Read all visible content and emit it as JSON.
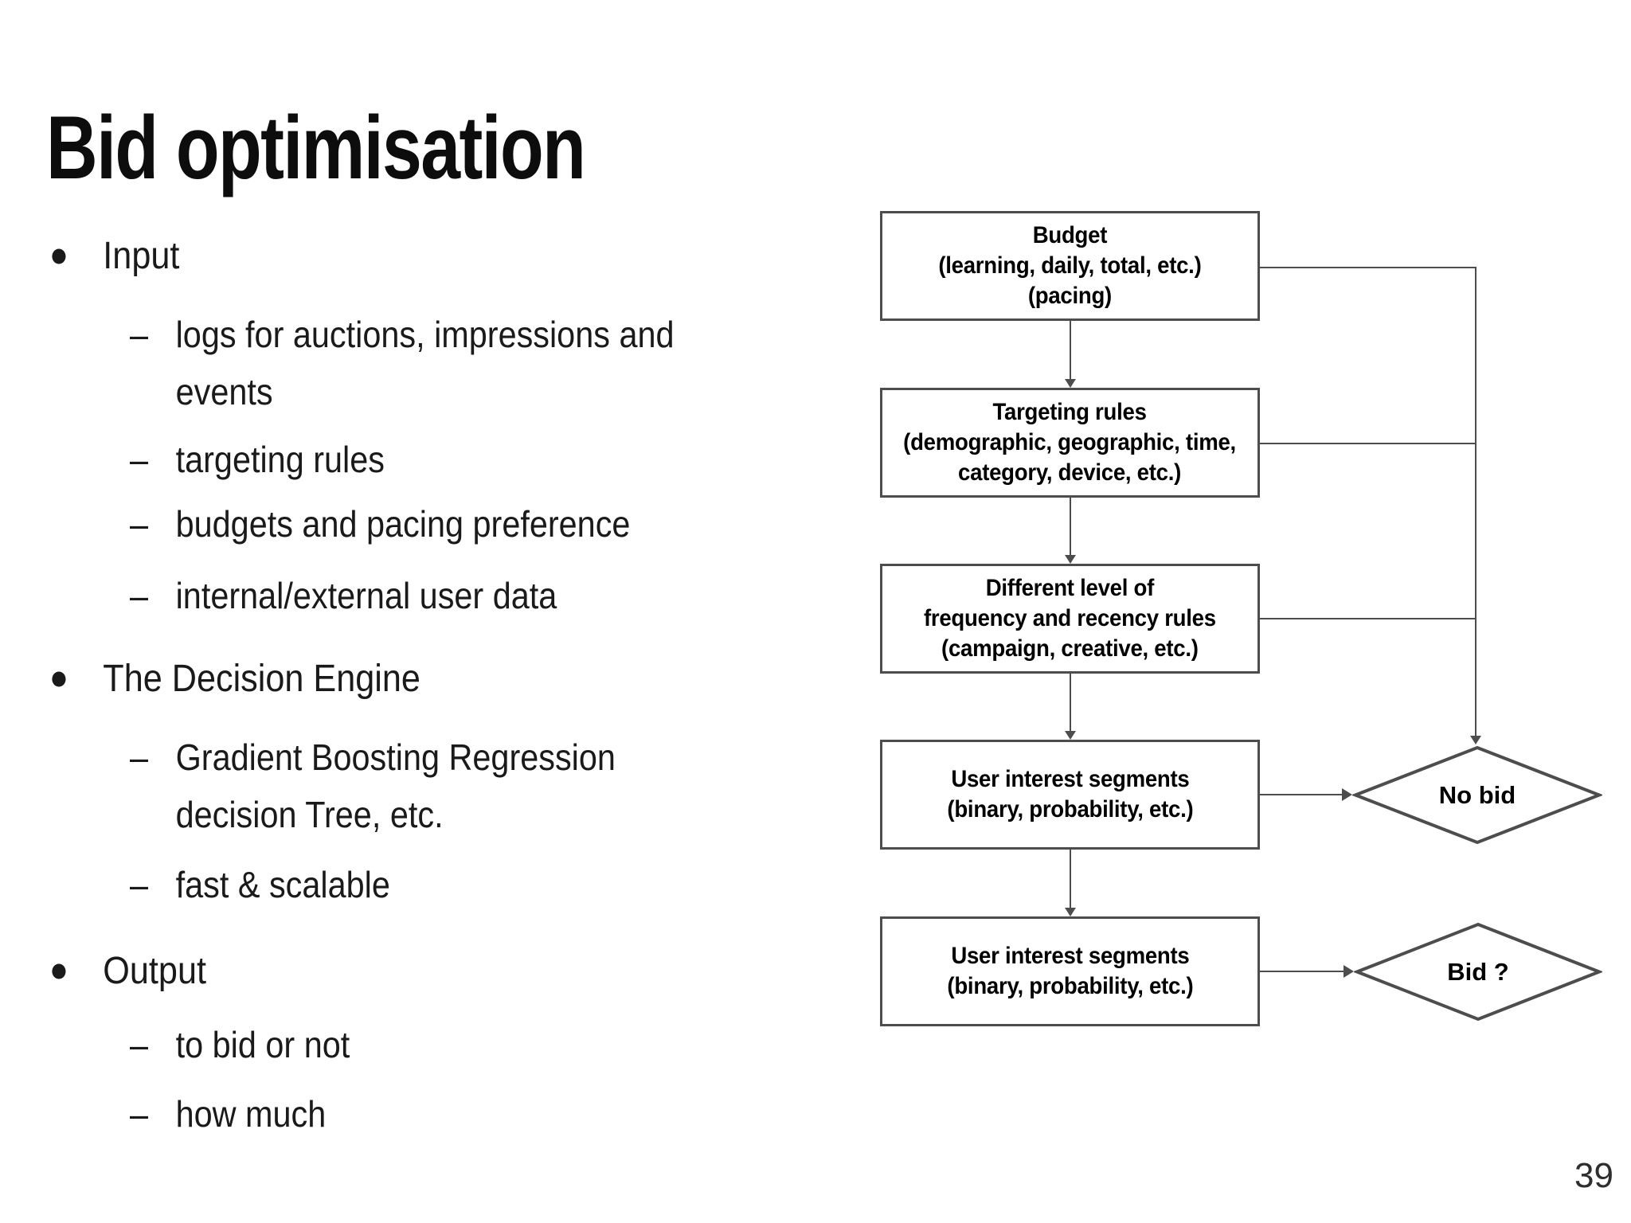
{
  "slide": {
    "title": "Bid optimisation",
    "page_number": "39"
  },
  "markers": {
    "dash": "–"
  },
  "list": [
    {
      "label": "Input",
      "items": [
        "logs for auctions, impressions and\nevents",
        "targeting rules",
        "budgets and pacing preference",
        "internal/external user data"
      ]
    },
    {
      "label": "The Decision Engine",
      "items": [
        "Gradient Boosting Regression\ndecision Tree, etc.",
        "fast & scalable"
      ]
    },
    {
      "label": "Output",
      "items": [
        "to bid or not",
        "how much"
      ]
    }
  ],
  "flowchart": {
    "boxes": [
      {
        "text": "Budget\n(learning, daily, total, etc.)\n(pacing)"
      },
      {
        "text": "Targeting rules\n(demographic, geographic, time,\ncategory, device, etc.)"
      },
      {
        "text": "Different level of\nfrequency and recency rules\n(campaign, creative, etc.)"
      },
      {
        "text": "User interest segments\n(binary, probability, etc.)"
      },
      {
        "text": "User interest segments\n(binary, probability, etc.)"
      }
    ],
    "decisions": [
      {
        "label": "No bid"
      },
      {
        "label": "Bid ?"
      }
    ]
  },
  "colors": {
    "line": "#4d4d4d",
    "text": "#1a1a1a",
    "background": "#ffffff"
  }
}
